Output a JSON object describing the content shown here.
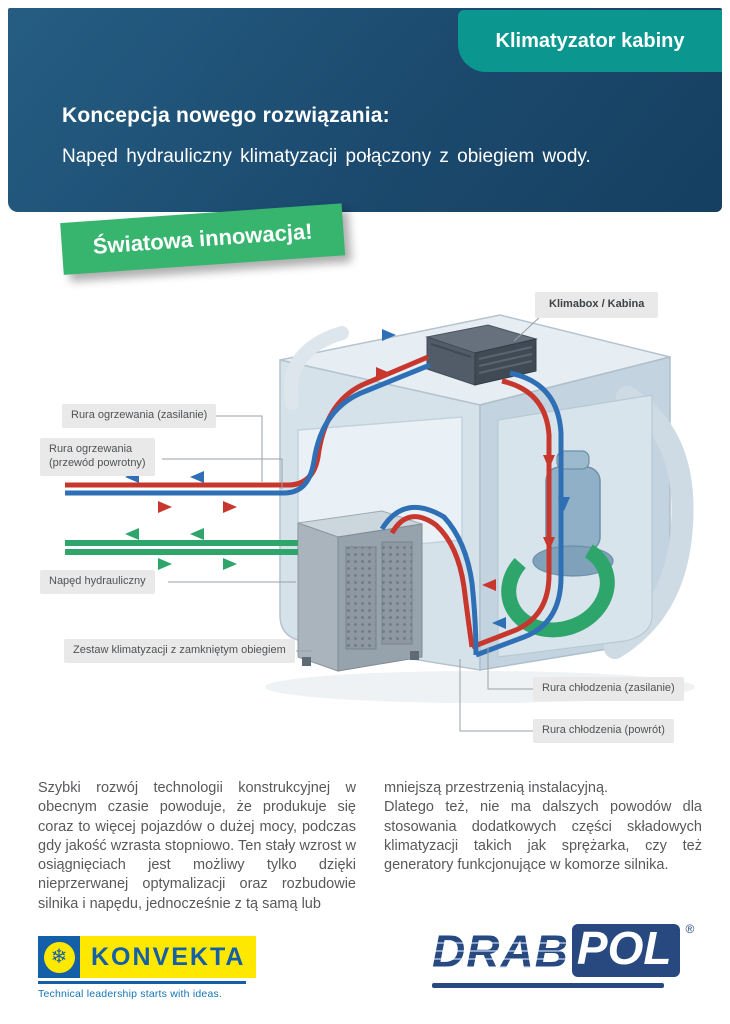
{
  "colors": {
    "header_bg": "#1b4a6e",
    "badge_teal": "#0b9790",
    "ribbon_green": "#37b46d",
    "label_bg": "#e9e9e9",
    "body_text": "#58595b",
    "pipe_red": "#c8372d",
    "pipe_blue": "#2f6fb5",
    "pipe_green": "#2ea56b",
    "konvekta_blue": "#1460a8",
    "konvekta_yellow": "#ffe800",
    "drabpol_blue": "#27497f"
  },
  "icons": {
    "snowflake": "❄"
  },
  "header": {
    "badge": "Klimatyzator kabiny",
    "title": "Koncepcja nowego rozwiązania:",
    "subtitle": "Napęd hydrauliczny klimatyzacji połączony z obiegiem wody."
  },
  "ribbon": {
    "text": "Światowa innowacja!"
  },
  "diagram": {
    "labels": {
      "klimabox": "Klimabox / Kabina",
      "heating_supply": "Rura ogrzewania (zasilanie)",
      "heating_return_line1": "Rura ogrzewania",
      "heating_return_line2": "(przewód powrotny)",
      "hydraulic_drive": "Napęd hydrauliczny",
      "ac_set": "Zestaw klimatyzacji z zamkniętym obiegiem",
      "cooling_supply": "Rura chłodzenia (zasilanie)",
      "cooling_return": "Rura chłodzenia (powrót)"
    }
  },
  "body": {
    "left_column": "Szybki rozwój technologii konstrukcyjnej w obecnym czasie powoduje, że produkuje się coraz to więcej pojazdów o dużej mocy, podczas gdy jakość wzrasta stopniowo. Ten stały wzrost w osiągnięciach jest możliwy tylko dzięki nieprzerwanej optymalizacji oraz rozbudowie silnika i napędu, jednocześnie z tą samą lub",
    "right_column_p1": "mniejszą przestrzenią instalacyjną.",
    "right_column_p2": "Dlatego też, nie ma dalszych powodów dla stosowania dodatkowych części składowych klimatyzacji takich jak sprężarka, czy też generatory funkcjonujące w komorze silnika."
  },
  "footer": {
    "konvekta_name": "KONVEKTA",
    "konvekta_tagline": "Technical leadership starts with ideas.",
    "drabpol_part1": "DRAB",
    "drabpol_part2": "POL",
    "registered_mark": "®"
  }
}
